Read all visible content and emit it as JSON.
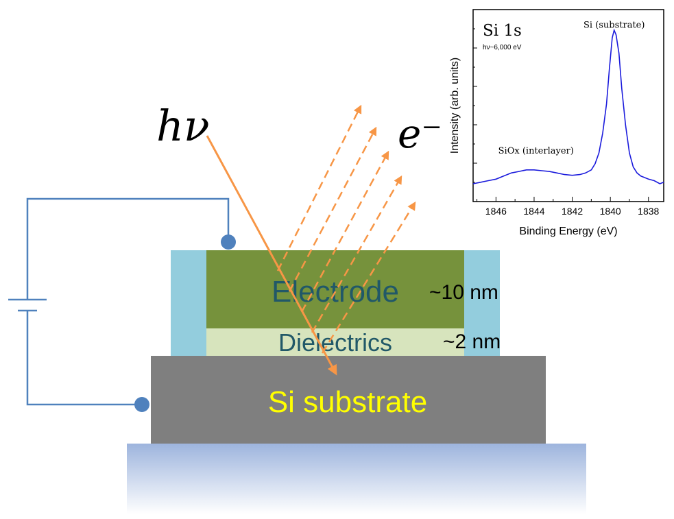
{
  "diagram": {
    "photon_label": "hν",
    "electron_label": "e⁻",
    "layers": {
      "electrode": {
        "label": "Electrode",
        "thickness": "~10 nm"
      },
      "dielectrics": {
        "label": "Dielectrics",
        "thickness": "~2 nm"
      },
      "substrate": {
        "label": "Si substrate"
      }
    },
    "colors": {
      "electrode": "#76923c",
      "dielectrics": "#d7e4bd",
      "spacer": "#93cddd",
      "substrate": "#7f7f7f",
      "substrate_text": "#ffff00",
      "layer_text": "#215868",
      "arrow": "#f79646",
      "circuit": "#4f81bd",
      "stage_top": "#9db4dd",
      "stage_bottom": "#ffffff"
    }
  },
  "chart_data": {
    "type": "line",
    "title": "Si 1s",
    "subtitle": "hν~6,000 eV",
    "xlabel": "Binding Energy (eV)",
    "ylabel": "Intensity (arb. units)",
    "xlim": [
      1847.2,
      1837.2
    ],
    "x_reversed": true,
    "ylim": [
      0,
      1
    ],
    "xticks": [
      1846,
      1844,
      1842,
      1840,
      1838
    ],
    "annotations": [
      {
        "text": "Si (substrate)",
        "x": 1839.8,
        "y": 0.97
      },
      {
        "text": "SiOx (interlayer)",
        "x": 1843.9,
        "y": 0.17
      }
    ],
    "series": [
      {
        "color": "#1a1adc",
        "x": [
          1847.2,
          1846.8,
          1846.4,
          1846.0,
          1845.6,
          1845.2,
          1844.8,
          1844.4,
          1844.0,
          1843.6,
          1843.2,
          1842.8,
          1842.4,
          1842.0,
          1841.6,
          1841.3,
          1841.0,
          1840.8,
          1840.6,
          1840.4,
          1840.2,
          1840.05,
          1839.9,
          1839.8,
          1839.7,
          1839.55,
          1839.4,
          1839.2,
          1839.0,
          1838.8,
          1838.6,
          1838.4,
          1838.2,
          1838.0,
          1837.7,
          1837.4,
          1837.2
        ],
        "y": [
          0.0,
          0.01,
          0.02,
          0.03,
          0.05,
          0.07,
          0.08,
          0.09,
          0.09,
          0.085,
          0.08,
          0.07,
          0.06,
          0.055,
          0.06,
          0.07,
          0.09,
          0.13,
          0.2,
          0.33,
          0.52,
          0.75,
          0.95,
          1.0,
          0.97,
          0.85,
          0.62,
          0.38,
          0.2,
          0.11,
          0.07,
          0.05,
          0.04,
          0.03,
          0.02,
          0.0,
          0.01
        ]
      }
    ]
  }
}
